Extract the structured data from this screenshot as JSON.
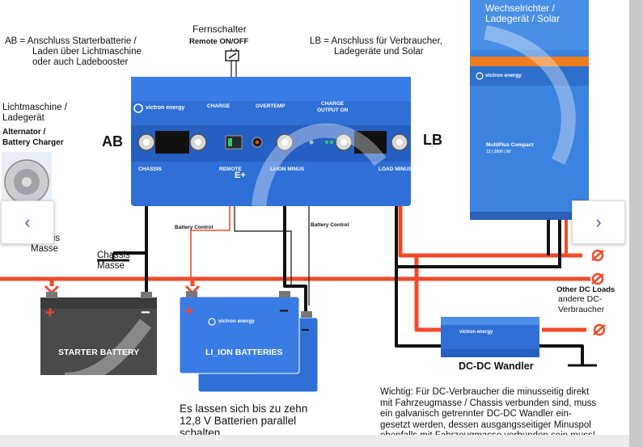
{
  "labels": {
    "ab_desc": [
      "AB = Anschluss Starterbatterie /",
      "Laden über Lichtmaschine",
      "oder auch Ladebooster"
    ],
    "fernschalter": "Fernschalter",
    "remote_onoff": "Remote ON/OFF",
    "lb_desc": [
      "LB = Anschluss für Verbraucher,",
      "Ladegeräte und Solar"
    ],
    "lichtmaschine": [
      "Lichtmaschine /",
      "Ladegerät"
    ],
    "alternator": [
      "Alternator /",
      "Battery Charger"
    ],
    "ab": "AB",
    "lb": "LB",
    "masse_left": [
      "sis",
      "Masse"
    ],
    "chassis_masse": [
      "Chassis",
      "Masse"
    ],
    "battery_control_1": "Battery Control",
    "battery_control_2": "Battery Control",
    "other_dc_loads": "Other DC Loads",
    "andere_dc": [
      "andere DC-",
      "Verbraucher"
    ],
    "dcdc_wandler": "DC-DC Wandler",
    "starter_battery": "STARTER BATTERY",
    "li_ion": "LI_ION BATTERIES",
    "parallel_note": [
      "Es lassen sich bis zu zehn",
      "12,8 V Batterien parallel",
      "schalten"
    ],
    "wichtig": [
      "Wichtig: Für DC-Verbraucher die minusseitig direkt",
      "mit Fahrzeugmasse / Chassis verbunden sind, muss",
      "ein galvanisch getrennter DC-DC  Wandler ein-",
      "gesetzt werden, dessen ausgangsseitiger  Minuspol",
      "ebenfalls mit Fahrzeugmasse verbunden sein muss!"
    ],
    "plus": "+",
    "minus": "−"
  },
  "device": {
    "brand": "victron energy",
    "charge": "CHARGE",
    "overtemp": "OVERTEMP",
    "charge_output": [
      "CHARGE",
      "OUTPUT ON"
    ],
    "chassis": "CHASSIS",
    "remote": "REMOTE",
    "li_ion_minus": "LI-ION MINUS",
    "load_minus": "LOAD MINUS",
    "e_plus": "E+"
  },
  "inverter": {
    "title": [
      "Wechselrichter /",
      "Ladegerät / Solar"
    ],
    "brand": "victron energy",
    "model": "MultiPlus Compact",
    "spec": "12 | 2000 | 80"
  },
  "nav": {
    "prev": "‹",
    "next": "›"
  },
  "colors": {
    "victron_blue": "#2f6fd6",
    "wire_red": "#f04a2a",
    "wire_black": "#111111",
    "orange_band": "#f07d20"
  }
}
